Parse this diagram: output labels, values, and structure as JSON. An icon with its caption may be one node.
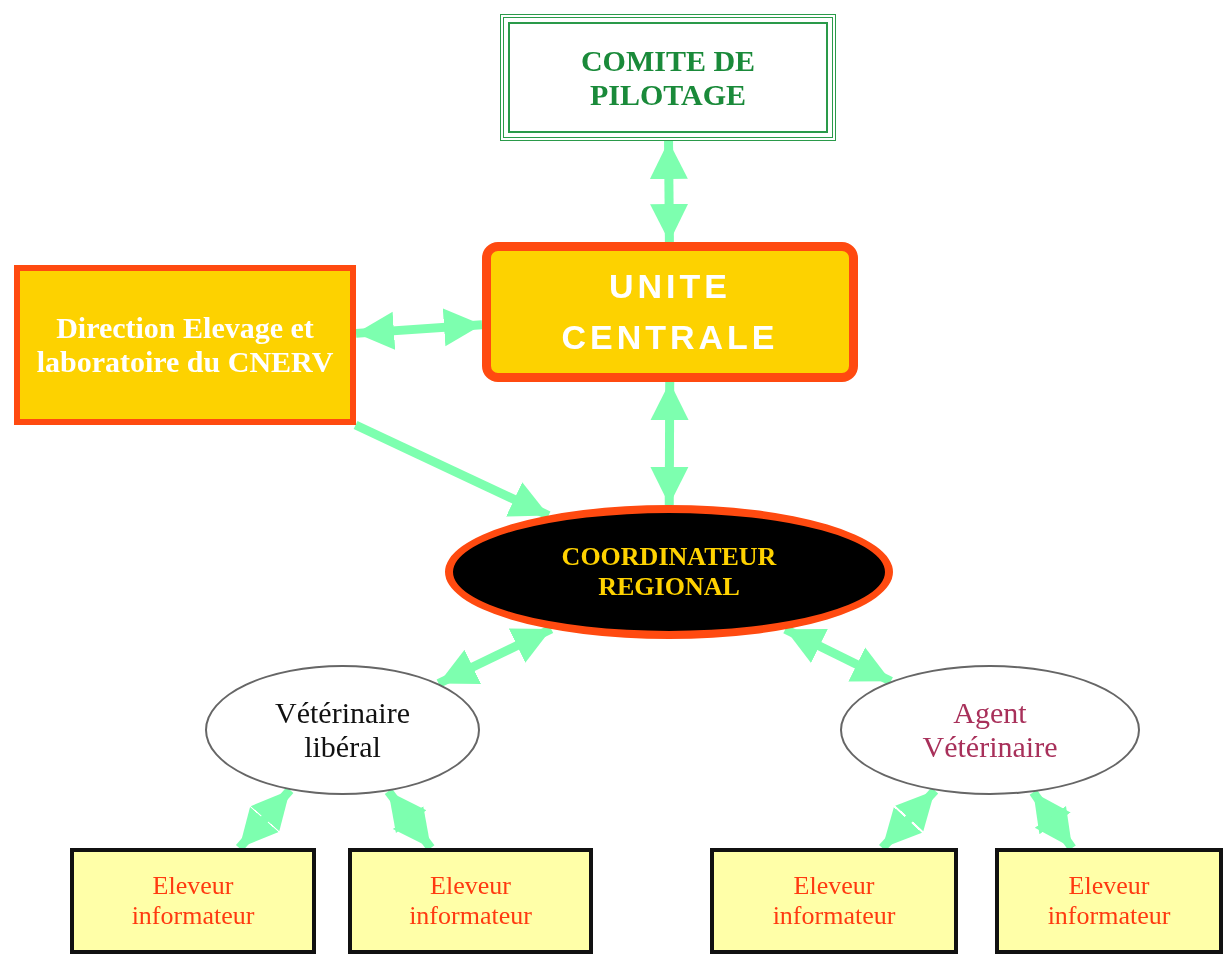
{
  "diagram": {
    "nodes": [
      {
        "text": [
          "COMITE DE PILOTAGE"
        ]
      },
      {
        "text": [
          "Direction Elevage et laboratoire du CNERV"
        ]
      },
      {
        "text": [
          "UNITE CENTRALE"
        ]
      },
      {
        "text": [
          "COORDINATEUR REGIONAL"
        ]
      },
      {
        "text": [
          "Vétérinaire libéral"
        ]
      },
      {
        "text": [
          "Agent Vétérinaire"
        ]
      },
      {
        "text": [
          "Eleveur informateur"
        ]
      },
      {
        "text": [
          "Eleveur informateur"
        ]
      },
      {
        "text": [
          "Eleveur informateur"
        ]
      },
      {
        "text": [
          "Eleveur informateur"
        ]
      }
    ],
    "edges": [
      {
        "from": 0,
        "to": 2,
        "arrow": "both"
      },
      {
        "from": 1,
        "to": 2,
        "arrow": "both"
      },
      {
        "from": 2,
        "to": 3,
        "arrow": "both"
      },
      {
        "from": 1,
        "to": 3,
        "arrow": "to"
      },
      {
        "from": 3,
        "to": 4,
        "arrow": "both"
      },
      {
        "from": 3,
        "to": 5,
        "arrow": "both"
      },
      {
        "from": 4,
        "to": 6,
        "arrow": "both"
      },
      {
        "from": 4,
        "to": 7,
        "arrow": "both"
      },
      {
        "from": 5,
        "to": 8,
        "arrow": "both"
      },
      {
        "from": 5,
        "to": 9,
        "arrow": "both"
      }
    ]
  }
}
